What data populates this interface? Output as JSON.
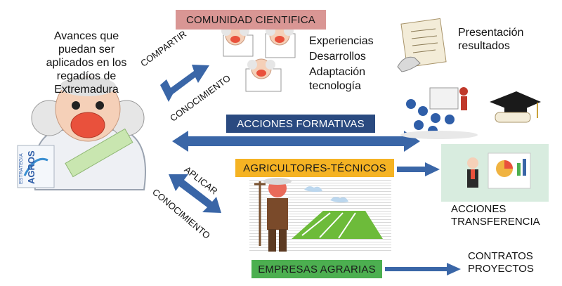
{
  "boxes": {
    "comunidad": "COMUNIDAD CIENTIFICA",
    "acciones_formativas": "ACCIONES FORMATIVAS",
    "agricultores": "AGRICULTORES-TÉCNICOS",
    "empresas": "EMPRESAS AGRARIAS"
  },
  "texts": {
    "avances": [
      "Avances que",
      "puedan ser",
      "aplicados en los",
      "regadíos de",
      "Extremadura"
    ],
    "experiencias": "Experiencias",
    "desarrollos": "Desarrollos",
    "adaptacion": "Adaptación",
    "tecnologia": "tecnología",
    "presentacion": [
      "Presentación",
      "resultados"
    ],
    "acciones_transferencia": [
      "ACCIONES",
      "TRANSFERENCIA"
    ],
    "contratos": [
      "CONTRATOS",
      "PROYECTOS"
    ]
  },
  "arrow_labels": {
    "compartir": "COMPARTIR",
    "conocimiento_top": "CONOCIMIENTO",
    "aplicar": "APLICAR",
    "conocimiento_bottom": "CONOCIMIENTO"
  },
  "logo_text": {
    "estrategia": "ESTRATEGIA",
    "agros": "AGROS"
  },
  "colors": {
    "comunidad_box": "#d99694",
    "formativas_box": "#2a4a80",
    "agricultores_box": "#f5b323",
    "empresas_box": "#4caf50",
    "arrow": "#3a66a7"
  }
}
